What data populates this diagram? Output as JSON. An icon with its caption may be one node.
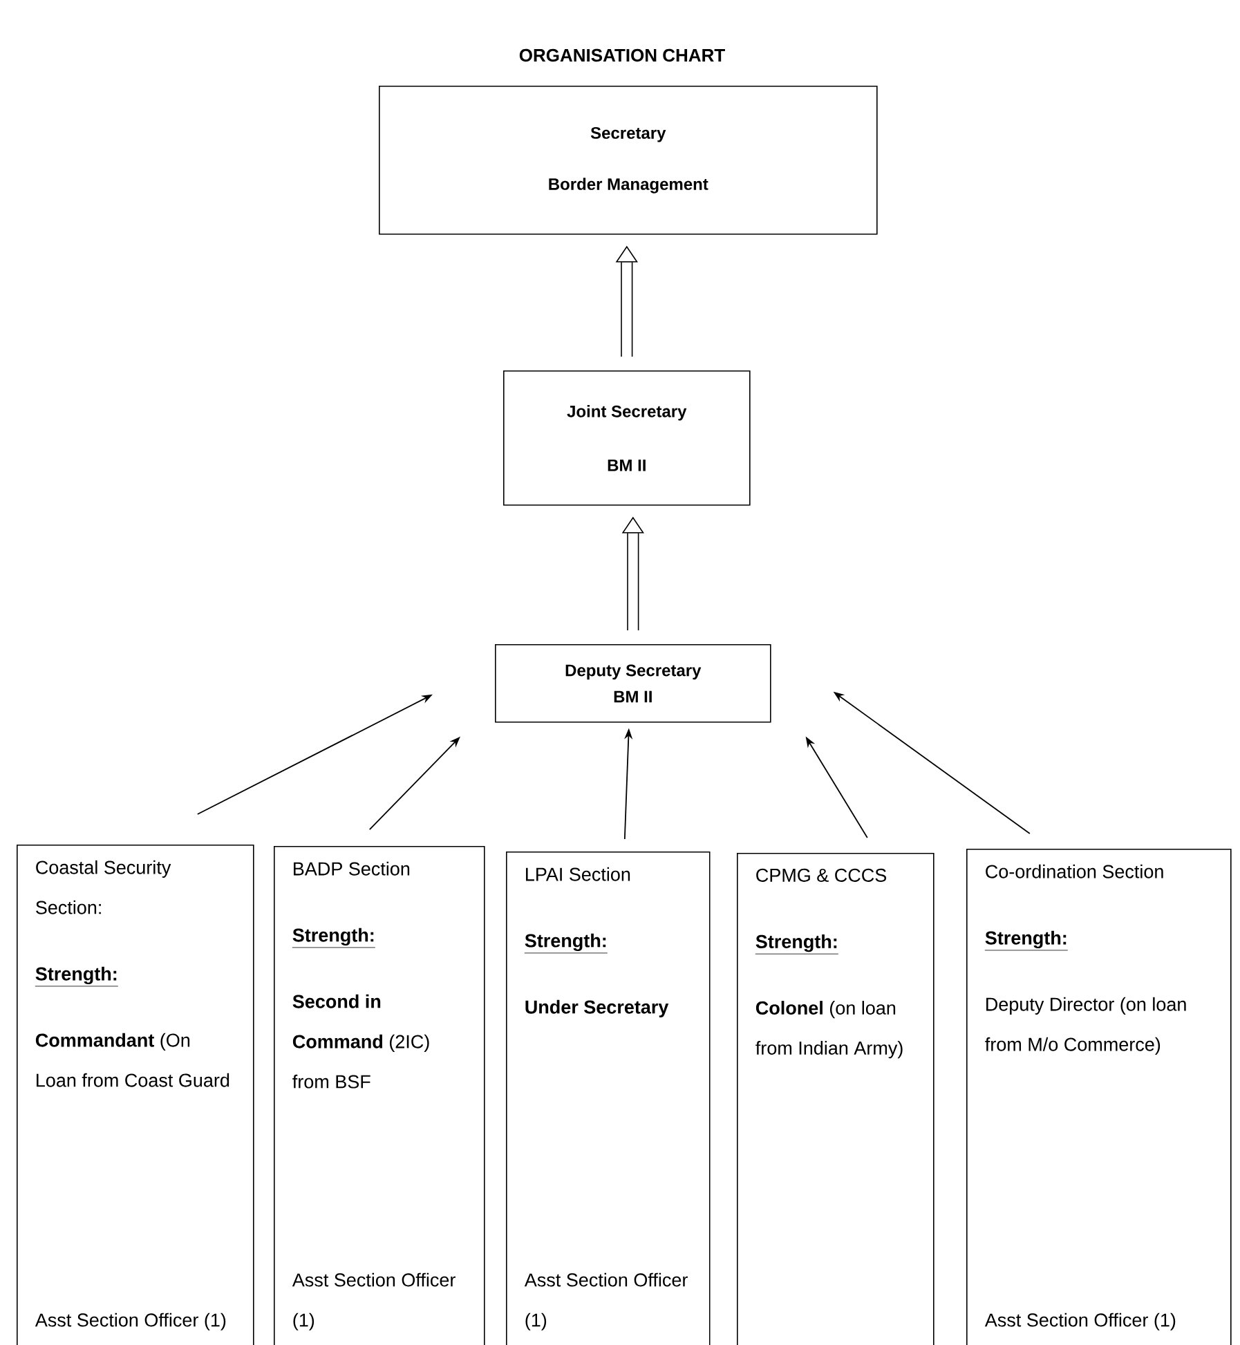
{
  "diagram": {
    "title": "ORGANISATION CHART",
    "nodes": [
      {
        "text": [
          "Secretary",
          "Border Management"
        ]
      },
      {
        "text": [
          "Joint Secretary",
          "BM II"
        ]
      },
      {
        "text": [
          "Deputy Secretary",
          "BM II"
        ]
      },
      {
        "text": [
          "Coastal Security Section:",
          "Strength:",
          "**Commandant** (On Loan from Coast Guard",
          "Asst Section Officer (1)"
        ]
      },
      {
        "text": [
          "BADP Section",
          "Strength:",
          "**Second in Command** (2IC) from BSF",
          "Asst Section Officer (1)"
        ]
      },
      {
        "text": [
          "LPAI Section",
          "Strength:",
          "Under Secretary",
          "Asst Section Officer (1)"
        ]
      },
      {
        "text": [
          "CPMG & CCCS",
          "Strength:",
          "**Colonel** (on loan from Indian Army)"
        ]
      },
      {
        "text": [
          "Co-ordination Section",
          "Strength:",
          "Deputy Director (on loan from M/o Commerce)",
          "Asst Section Officer (1)"
        ]
      }
    ],
    "edges": [
      {
        "from": 1,
        "to": 0,
        "arrow": "to",
        "style": "thick"
      },
      {
        "from": 2,
        "to": 1,
        "arrow": "to",
        "style": "thick"
      },
      {
        "from": 3,
        "to": 2,
        "arrow": "to"
      },
      {
        "from": 4,
        "to": 2,
        "arrow": "to"
      },
      {
        "from": 5,
        "to": 2,
        "arrow": "to"
      },
      {
        "from": 6,
        "to": 2,
        "arrow": "to"
      },
      {
        "from": 7,
        "to": 2,
        "arrow": "to"
      }
    ]
  }
}
